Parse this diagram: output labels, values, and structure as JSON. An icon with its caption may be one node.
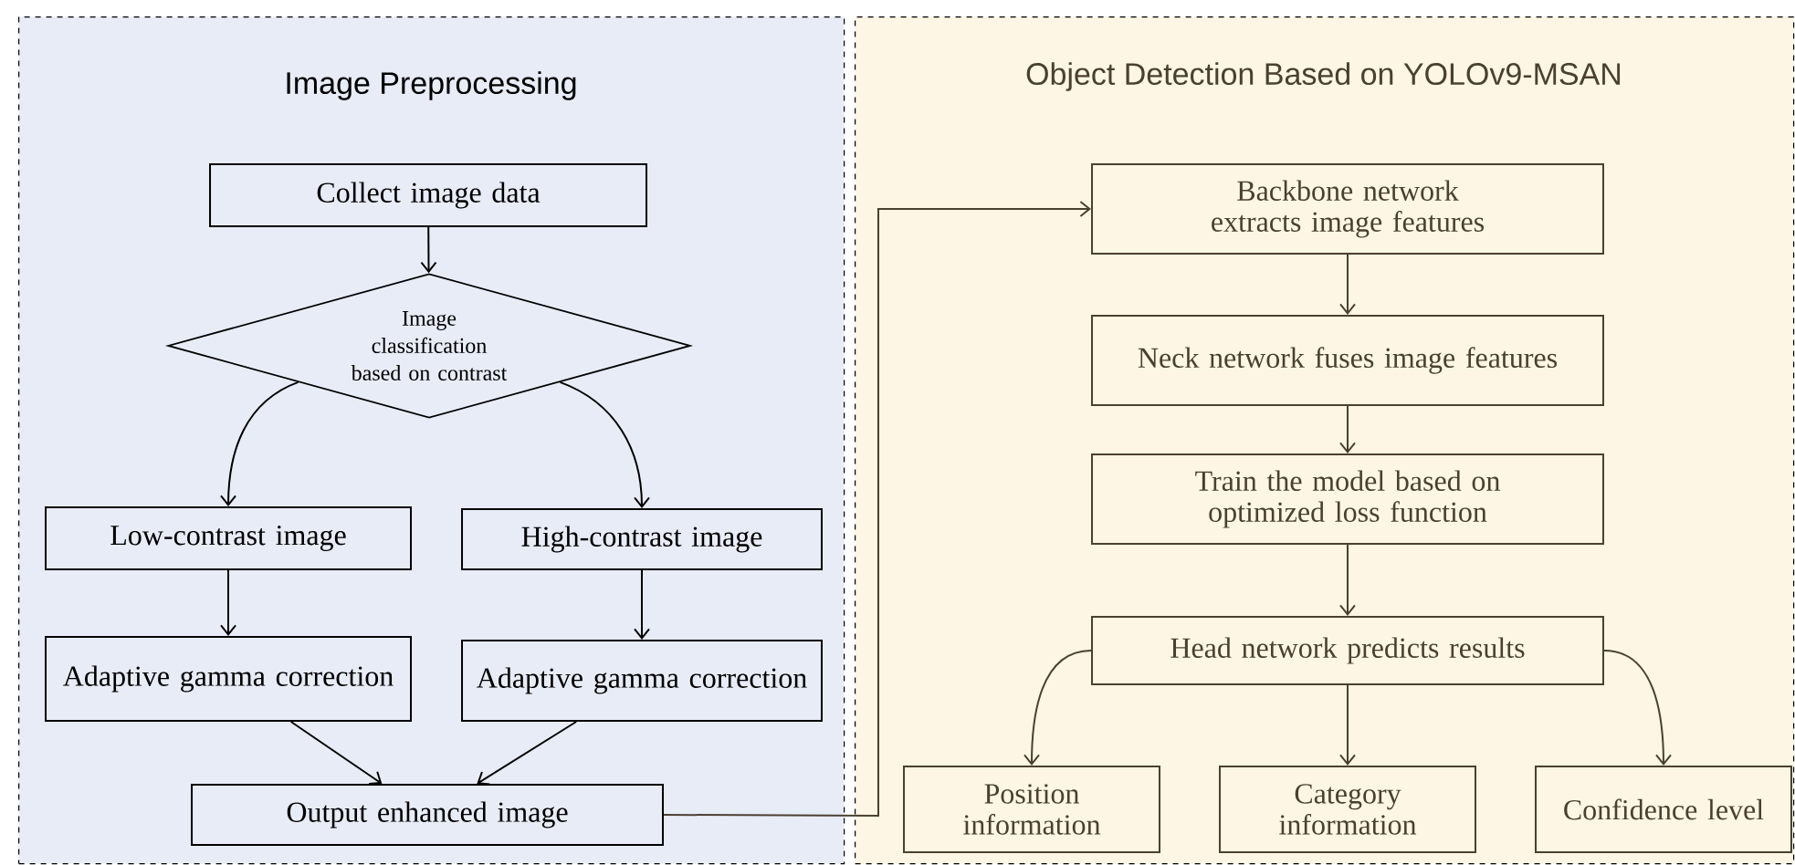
{
  "diagram": {
    "nodes": [
      {
        "text": [
          "Image Preprocessing"
        ]
      },
      {
        "text": [
          "Collect image data"
        ],
        "in": 0
      },
      {
        "text": [
          "Image classification based on contrast"
        ],
        "in": 0
      },
      {
        "text": [
          "Low-contrast image"
        ],
        "in": 0
      },
      {
        "text": [
          "High-contrast image"
        ],
        "in": 0
      },
      {
        "text": [
          "Adaptive gamma correction"
        ],
        "in": 0
      },
      {
        "text": [
          "Adaptive gamma correction"
        ],
        "in": 0
      },
      {
        "text": [
          "Output enhanced image"
        ],
        "in": 0
      },
      {
        "text": [
          "Object Detection Based on YOLOv9-MSAN"
        ]
      },
      {
        "text": [
          "Backbone network extracts image features"
        ],
        "in": 8
      },
      {
        "text": [
          "Neck network fuses image features"
        ],
        "in": 8
      },
      {
        "text": [
          "Train the model based on optimized loss function"
        ],
        "in": 8
      },
      {
        "text": [
          "Head network predicts results"
        ],
        "in": 8
      },
      {
        "text": [
          "Position information"
        ],
        "in": 8
      },
      {
        "text": [
          "Category information"
        ],
        "in": 8
      },
      {
        "text": [
          "Confidence level"
        ],
        "in": 8
      }
    ],
    "edges": [
      {
        "from": 1,
        "to": 2,
        "arrow": "to"
      },
      {
        "from": 2,
        "to": 3,
        "arrow": "to"
      },
      {
        "from": 2,
        "to": 4,
        "arrow": "to"
      },
      {
        "from": 3,
        "to": 5,
        "arrow": "to"
      },
      {
        "from": 4,
        "to": 6,
        "arrow": "to"
      },
      {
        "from": 5,
        "to": 7,
        "arrow": "to"
      },
      {
        "from": 6,
        "to": 7,
        "arrow": "to"
      },
      {
        "from": 7,
        "to": 9,
        "arrow": "to",
        "color": "#4a4030"
      },
      {
        "from": 9,
        "to": 10,
        "arrow": "to",
        "color": "#4a4030"
      },
      {
        "from": 10,
        "to": 11,
        "arrow": "to",
        "color": "#4a4030"
      },
      {
        "from": 11,
        "to": 12,
        "arrow": "to",
        "color": "#4a4030"
      },
      {
        "from": 12,
        "to": 13,
        "arrow": "to",
        "color": "#4a4030"
      },
      {
        "from": 12,
        "to": 14,
        "arrow": "to",
        "color": "#4a4030"
      },
      {
        "from": 12,
        "to": 15,
        "arrow": "to",
        "color": "#4a4030"
      }
    ]
  }
}
